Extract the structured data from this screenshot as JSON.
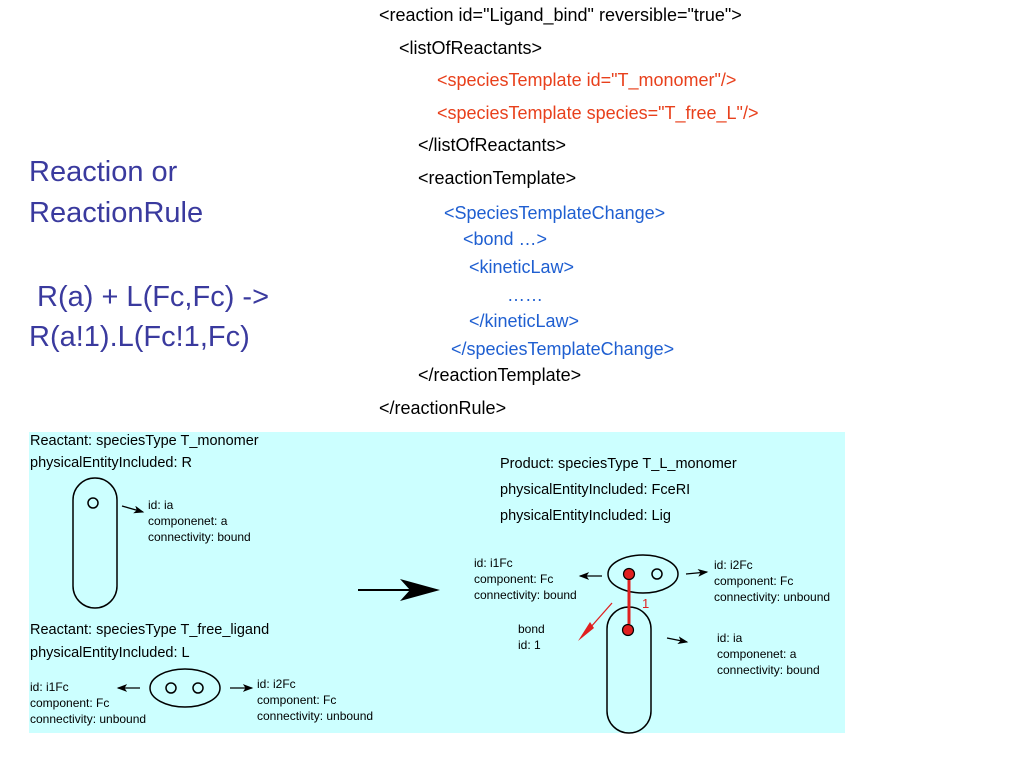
{
  "xml": {
    "lines": [
      "<reaction id=\"Ligand_bind\" reversible=\"true\">",
      "<listOfReactants>",
      "<speciesTemplate id=\"T_monomer\"/>",
      "<speciesTemplate species=\"T_free_L\"/>",
      "</listOfReactants>",
      "<reactionTemplate>",
      "<SpeciesTemplateChange>",
      "<bond …>",
      "<kineticLaw>",
      "……",
      "</kineticLaw>",
      "</speciesTemplateChange>",
      "</reactionTemplate>",
      "</reactionRule>"
    ]
  },
  "title": {
    "line1": "Reaction or",
    "line2": "ReactionRule",
    "rule1": "R(a) + L(Fc,Fc) ->",
    "rule2": "R(a!1).L(Fc!1,Fc)"
  },
  "reactant1": {
    "header1": "Reactant: speciesType T_monomer",
    "header2": "physicalEntityIncluded: R",
    "info": [
      "id: ia",
      "componenet: a",
      "connectivity: bound"
    ]
  },
  "reactant2": {
    "header1": "Reactant: speciesType T_free_ligand",
    "header2": "physicalEntityIncluded: L",
    "left_info": [
      "id: i1Fc",
      "component: Fc",
      "connectivity: unbound"
    ],
    "right_info": [
      "id: i2Fc",
      "component: Fc",
      "connectivity: unbound"
    ]
  },
  "product": {
    "header1": "Product: speciesType T_L_monomer",
    "header2": "physicalEntityIncluded: FceRI",
    "header3": "physicalEntityIncluded: Lig",
    "left_info": [
      "id: i1Fc",
      "component: Fc",
      "connectivity: bound"
    ],
    "right_info": [
      "id: i2Fc",
      "component: Fc",
      "connectivity: unbound"
    ],
    "bond_info": [
      "bond",
      "id: 1"
    ],
    "bond_number": "1",
    "receptor_info": [
      "id: ia",
      "componenet: a",
      "connectivity: bound"
    ]
  },
  "colors": {
    "panel": "#ccffff",
    "title": "#3a3a9e",
    "xml_red": "#e8401c",
    "xml_blue": "#1f5fd1",
    "bond_red": "#e02020"
  }
}
